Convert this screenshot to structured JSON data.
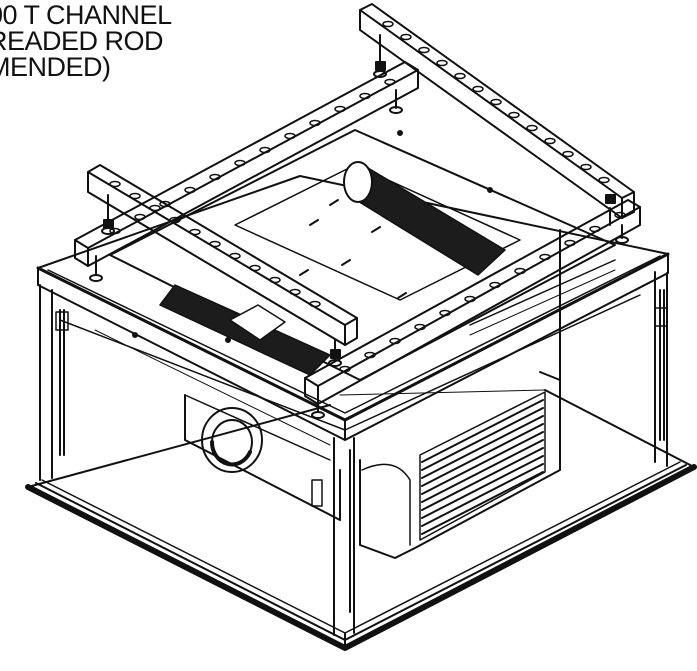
{
  "callout": {
    "line1": "00 T CHANNEL",
    "line2": "READED ROD",
    "line3": "MENDED)"
  },
  "colors": {
    "ink": "#111111",
    "paper": "#ffffff",
    "lens_shade": "#2b2b2b",
    "fan_grill": "#1c1c1c"
  }
}
